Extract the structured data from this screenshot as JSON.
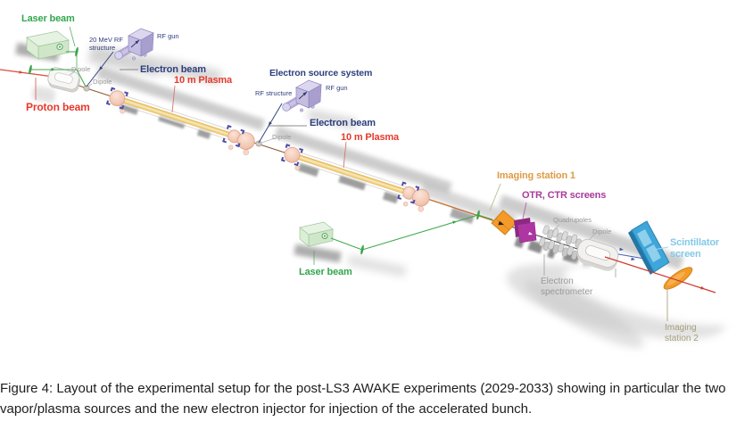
{
  "figure": {
    "labels": {
      "laser_beam_1": "Laser beam",
      "rf_structure_1": "20 MeV RF structure",
      "rf_gun_1": "RF gun",
      "dipole_1": "Dipole",
      "dipole_2": "Dipole",
      "electron_beam_1": "Electron beam",
      "plasma_1": "10 m Plasma",
      "proton_beam": "Proton beam",
      "electron_source_system": "Electron source system",
      "rf_structure_2": "RF structure",
      "rf_gun_2": "RF gun",
      "electron_beam_2": "Electron beam",
      "dipole_3": "Dipole",
      "plasma_2": "10 m Plasma",
      "imaging_station_1": "Imaging station 1",
      "otr_ctr_screens": "OTR, CTR screens",
      "quadrupoles": "Quadrupoles",
      "dipole_4": "Dipole",
      "scintillator_screen": "Scintillator screen",
      "laser_beam_2": "Laser beam",
      "electron_spectrometer": "Electron spectrometer",
      "imaging_station_2": "Imaging station 2"
    },
    "colors": {
      "laser_green": "#31a74c",
      "beam_red": "#e6392c",
      "electron_navy": "#2e3e7d",
      "label_gray": "#999999",
      "imaging_orange": "#dd9c43",
      "screen_magenta": "#a93a9b",
      "scintillator_blue": "#82c8e8",
      "imaging2_olive": "#a49e7a"
    }
  },
  "caption": {
    "text": "Figure 4: Layout of the experimental setup for the post-LS3 AWAKE experiments (2029-2033) showing in particular the two vapor/plasma sources and the new electron injector for injection of the accelerated bunch."
  }
}
